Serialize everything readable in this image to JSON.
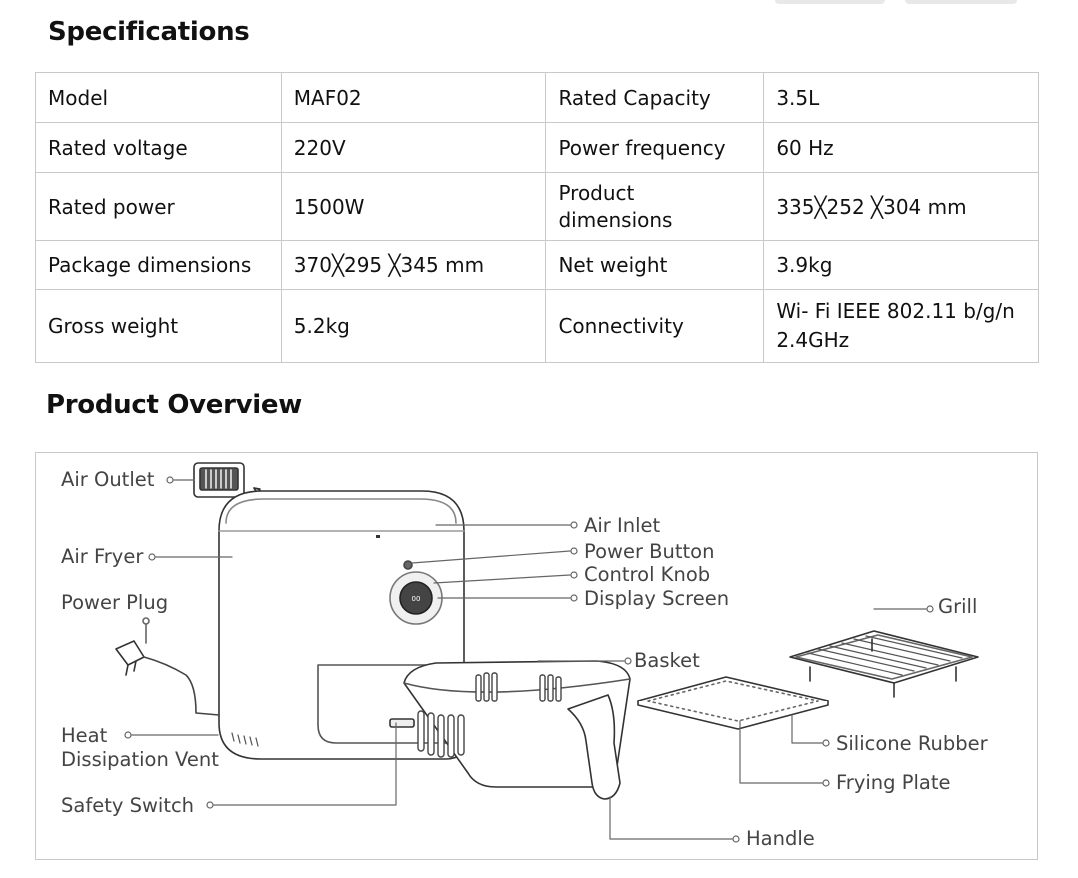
{
  "specifications": {
    "title": "Specifications",
    "rows": [
      [
        "Model",
        "MAF02",
        "Rated Capacity",
        "3.5L"
      ],
      [
        "Rated voltage",
        "220V",
        "Power frequency",
        "60 Hz"
      ],
      [
        "Rated power",
        "1500W",
        "Product dimensions",
        "335╳252 ╳304 mm"
      ],
      [
        "Package dimensions",
        "370╳295 ╳345 mm",
        "Net weight",
        "3.9kg"
      ],
      [
        "Gross weight",
        "5.2kg",
        "Connectivity",
        "Wi- Fi  IEEE 802.11 b/g/n 2.4GHz"
      ]
    ]
  },
  "overview": {
    "title": "Product Overview",
    "labels": {
      "air_outlet": "Air Outlet",
      "air_fryer": "Air Fryer",
      "power_plug": "Power Plug",
      "heat_vent_1": "Heat",
      "heat_vent_2": "Dissipation Vent",
      "safety_switch": "Safety Switch",
      "air_inlet": "Air Inlet",
      "power_button": "Power Button",
      "control_knob": "Control Knob",
      "display_screen": "Display Screen",
      "basket": "Basket",
      "grill": "Grill",
      "silicone_rubber": "Silicone Rubber",
      "frying_plate": "Frying Plate",
      "handle": "Handle"
    }
  }
}
